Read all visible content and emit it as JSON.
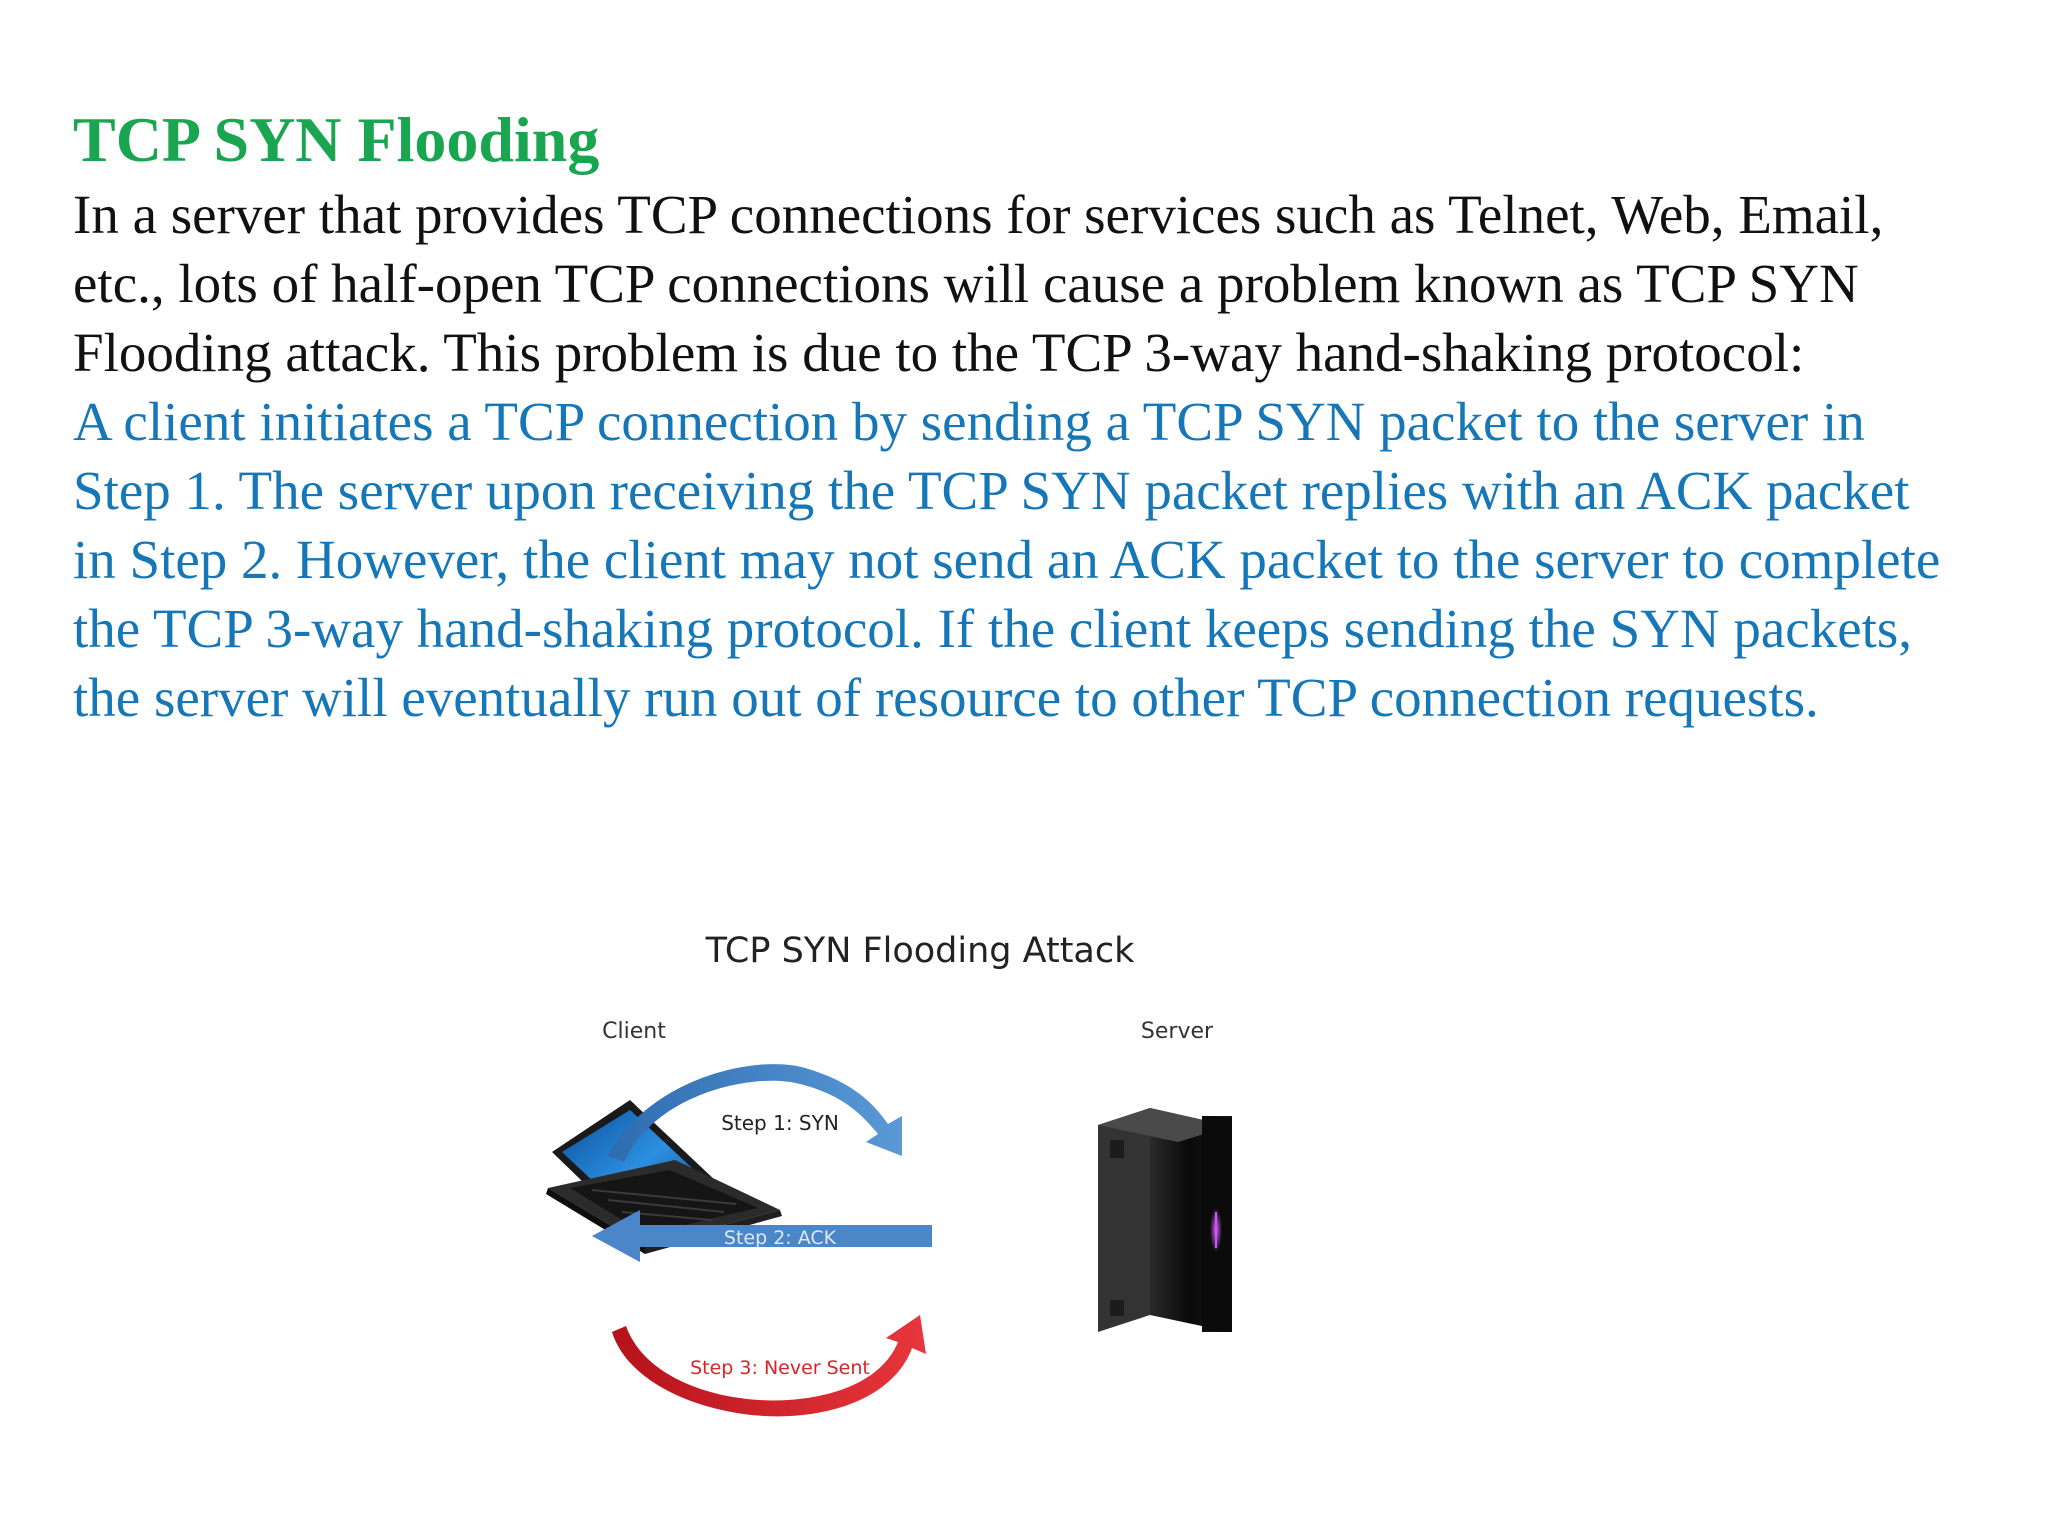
{
  "title": "TCP SYN Flooding",
  "paragraph": {
    "black_lines": [
      "In a server that provides TCP connections for services such as Telnet, Web, Email,",
      "etc., lots of half-open TCP connections will cause a problem known as TCP SYN",
      "Flooding attack. This problem is due to the TCP 3-way hand-shaking protocol:"
    ],
    "blue_lines": [
      "A client initiates a TCP connection by sending a TCP SYN packet to the server in",
      "Step 1. The server upon receiving the TCP SYN packet replies with an ACK packet",
      "in Step 2. However, the client may not send an ACK packet to the server to complete",
      "the TCP 3-way hand-shaking protocol. If the client keeps sending the SYN packets,",
      "the server will eventually run out of resource to other TCP connection requests."
    ]
  },
  "diagram": {
    "title": "TCP SYN Flooding Attack",
    "client_label": "Client",
    "server_label": "Server",
    "step1": "Step 1: SYN",
    "step2": "Step 2: ACK",
    "step3": "Step 3: Never Sent",
    "icons": [
      "laptop-icon",
      "server-tower-icon"
    ],
    "colors": {
      "title": "#1aa651",
      "blue_text": "#1677b8",
      "arrow_blue": "#3f7fc0",
      "arrow_red": "#d9242a"
    }
  }
}
